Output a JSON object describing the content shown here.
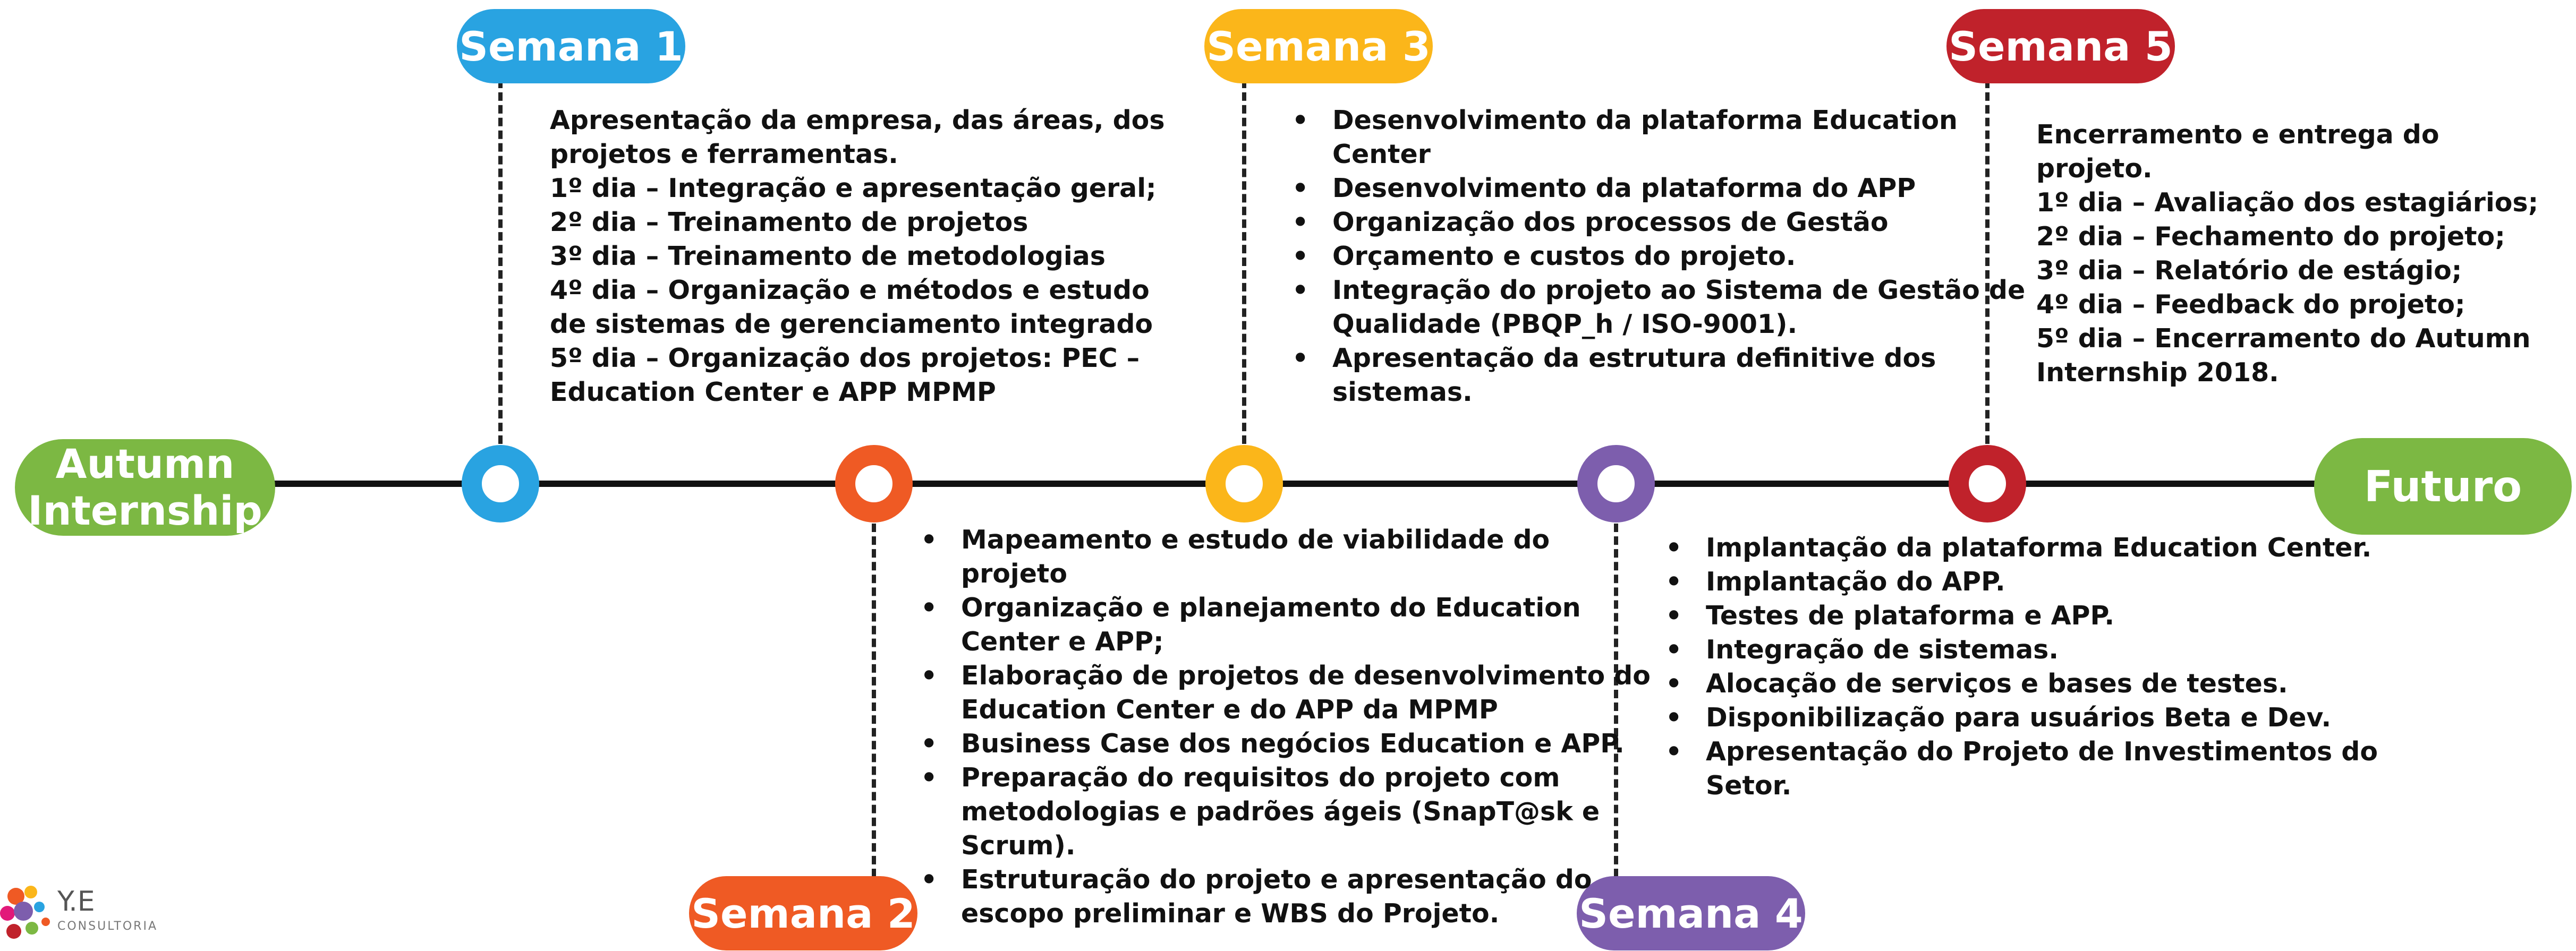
{
  "start_label": "Autumn Internship",
  "end_label": "Futuro",
  "colors": {
    "green": "#7cb843",
    "blue": "#29a3e1",
    "orange": "#ef5a24",
    "yellow": "#fbb61a",
    "purple": "#7d5ead",
    "red": "#c0222b"
  },
  "weeks": [
    {
      "label": "Semana 1",
      "lines": [
        "Apresentação da empresa, das áreas, dos",
        "projetos e ferramentas.",
        "1º dia – Integração e apresentação geral;",
        "2º dia – Treinamento de projetos",
        "3º dia – Treinamento de metodologias",
        "4º dia – Organização e métodos e estudo",
        "de sistemas de gerenciamento integrado",
        "5º dia – Organização dos projetos: PEC –",
        "Education Center e APP MPMP"
      ]
    },
    {
      "label": "Semana 2",
      "bullets": [
        [
          "Mapeamento e estudo de viabilidade do",
          "projeto"
        ],
        [
          "Organização e planejamento do Education",
          "Center e APP;"
        ],
        [
          "Elaboração de projetos de desenvolvimento do",
          "Education Center e do APP da MPMP"
        ],
        [
          "Business Case dos negócios Education e APP."
        ],
        [
          "Preparação do requisitos do projeto com",
          "metodologias e padrões ágeis (SnapT@sk e",
          "Scrum)."
        ],
        [
          "Estruturação do projeto e apresentação do",
          "escopo preliminar e WBS do Projeto."
        ]
      ]
    },
    {
      "label": "Semana 3",
      "bullets": [
        [
          "Desenvolvimento da plataforma Education",
          "Center"
        ],
        [
          "Desenvolvimento da plataforma do APP"
        ],
        [
          "Organização dos processos de Gestão"
        ],
        [
          "Orçamento e custos do projeto."
        ],
        [
          "Integração do projeto ao Sistema de Gestão de",
          "Qualidade (PBQP_h  / ISO-9001)."
        ],
        [
          "Apresentação da estrutura definitive dos",
          "sistemas."
        ]
      ]
    },
    {
      "label": "Semana 4",
      "bullets": [
        [
          "Implantação da plataforma Education Center."
        ],
        [
          "Implantação do APP."
        ],
        [
          "Testes de plataforma e APP."
        ],
        [
          "Integração de sistemas."
        ],
        [
          "Alocação de serviços e bases de testes."
        ],
        [
          "Disponibilização para usuários Beta e Dev."
        ],
        [
          "Apresentação do Projeto de Investimentos do",
          "Setor."
        ]
      ]
    },
    {
      "label": "Semana 5",
      "lines": [
        "Encerramento e entrega do",
        "projeto.",
        "1º dia – Avaliação dos estagiários;",
        "2º dia – Fechamento do projeto;",
        "3º dia – Relatório de estágio;",
        "4º dia – Feedback do projeto;",
        "5º dia – Encerramento do Autumn",
        "Internship 2018."
      ]
    }
  ],
  "logo": {
    "text": "Y.E",
    "sub": "CONSULTORIA"
  }
}
